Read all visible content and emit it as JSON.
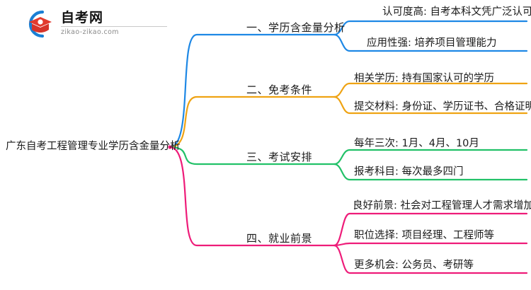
{
  "logo": {
    "title": "自考网",
    "url": "zikao-zikao.com",
    "mark_icon": "graduation-cap-icon",
    "arc_color": "#1A7FD4",
    "cap_color": "#E23B2E"
  },
  "mindmap": {
    "root": {
      "label": "广东自考工程管理专业学历含金量分析"
    },
    "branches": [
      {
        "label": "一、学历含金量分析",
        "color": "#1E88E5",
        "leaves": [
          {
            "label": "认可度高: 自考本科文凭广泛认可"
          },
          {
            "label": "应用性强: 培养项目管理能力"
          }
        ]
      },
      {
        "label": "二、免考条件",
        "color": "#EFA313",
        "leaves": [
          {
            "label": "相关学历: 持有国家认可的学历"
          },
          {
            "label": "提交材料: 身份证、学历证书、合格证明"
          }
        ]
      },
      {
        "label": "三、考试安排",
        "color": "#22C168",
        "leaves": [
          {
            "label": "每年三次: 1月、4月、10月"
          },
          {
            "label": "报考科目: 每次最多四门"
          }
        ]
      },
      {
        "label": "四、就业前景",
        "color": "#EE1C79",
        "leaves": [
          {
            "label": "良好前景: 社会对工程管理人才需求增加"
          },
          {
            "label": "职位选择: 项目经理、工程师等"
          },
          {
            "label": "更多机会: 公务员、考研等"
          }
        ]
      }
    ]
  }
}
